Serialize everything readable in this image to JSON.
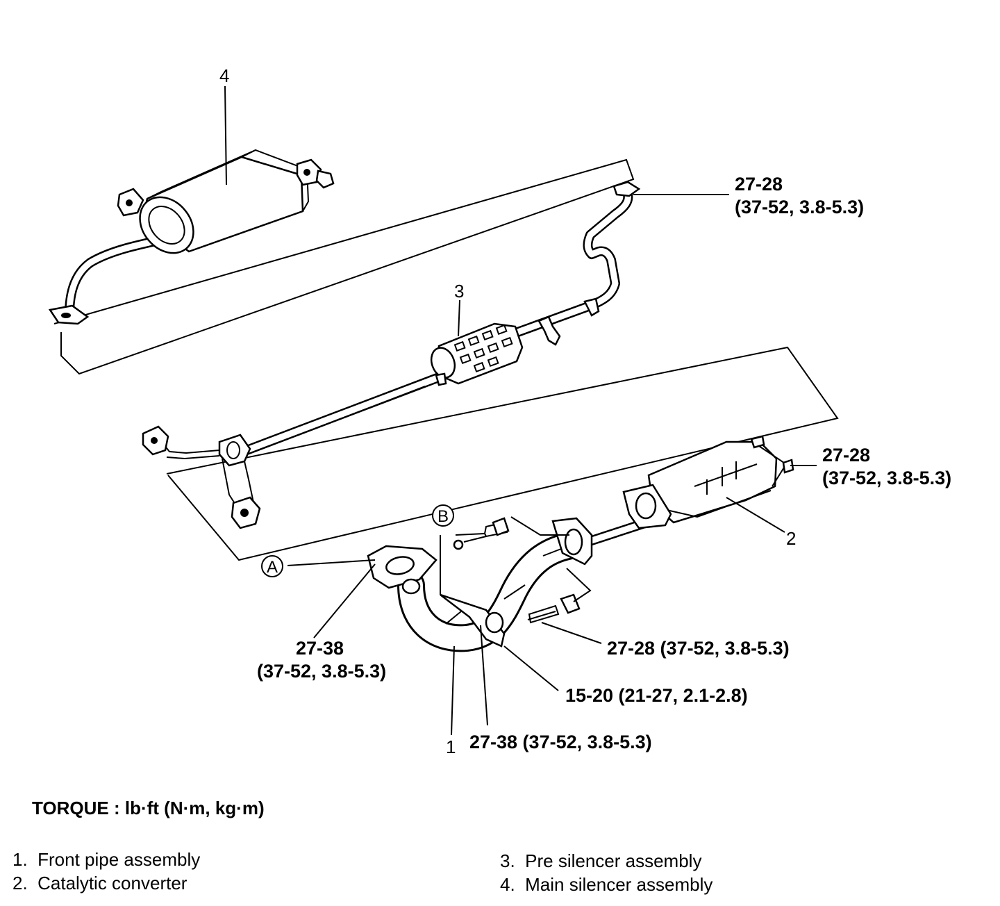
{
  "callouts": {
    "part4": "4",
    "part3": "3",
    "part2": "2",
    "part1": "1",
    "ref_a": "A",
    "ref_b": "B"
  },
  "torques": {
    "rear_joint": {
      "line1": "27-28",
      "line2": "(37-52, 3.8-5.3)"
    },
    "cat_joint": {
      "line1": "27-28",
      "line2": "(37-52, 3.8-5.3)"
    },
    "manifold_joint": {
      "line1": "27-38",
      "line2": "(37-52, 3.8-5.3)"
    },
    "mid_bolt": "27-28 (37-52, 3.8-5.3)",
    "bracket_bolt": "15-20 (21-27, 2.1-2.8)",
    "front_bolt": "27-38 (37-52, 3.8-5.3)"
  },
  "torque_unit": "TORQUE : lb·ft (N·m, kg·m)",
  "legend": [
    {
      "num": "1.",
      "name": "Front pipe assembly"
    },
    {
      "num": "2.",
      "name": "Catalytic converter"
    },
    {
      "num": "3.",
      "name": "Pre silencer assembly"
    },
    {
      "num": "4.",
      "name": "Main silencer assembly"
    }
  ]
}
